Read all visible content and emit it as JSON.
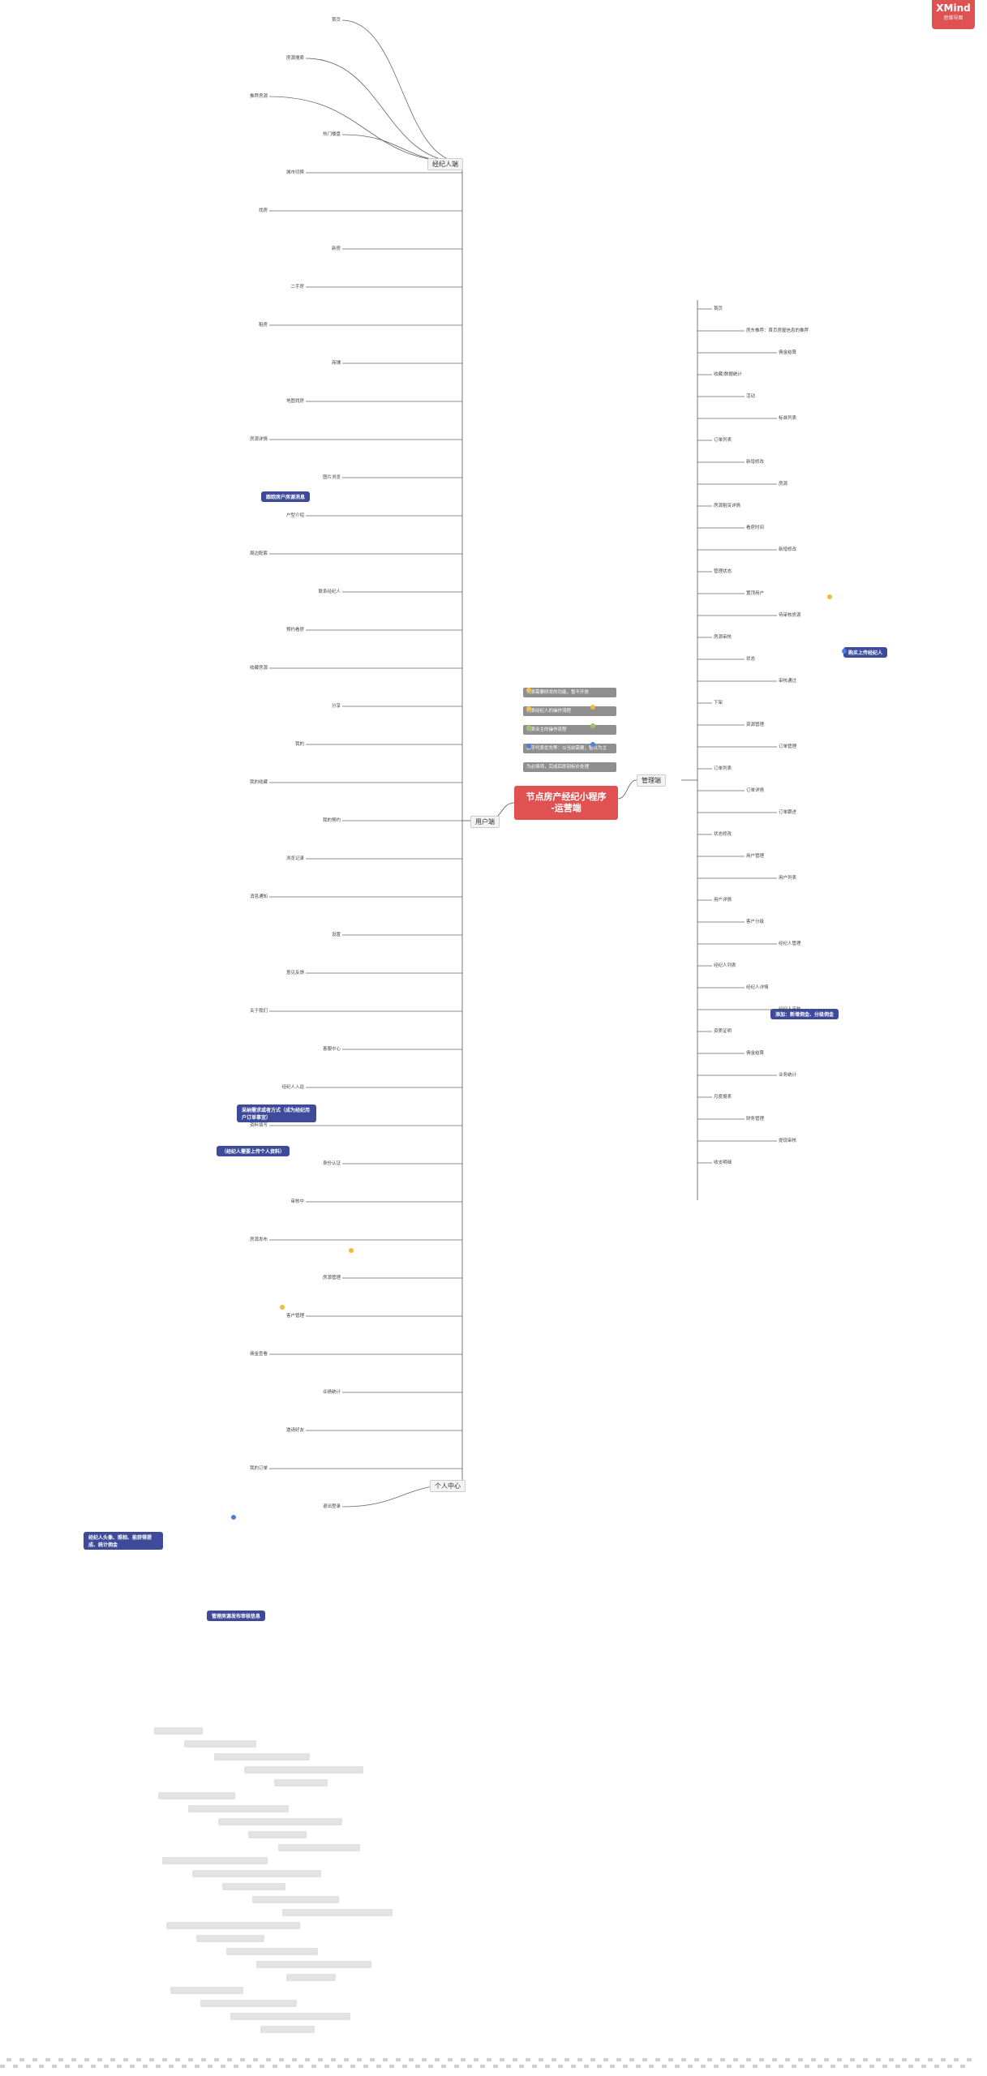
{
  "brand": {
    "logo_main": "XMind",
    "logo_sub": "思维导图"
  },
  "root": {
    "line1": "节点房产经纪小程序",
    "line2": "-运营端"
  },
  "branches": {
    "left": "用户端",
    "right": "管理端",
    "left_upper": "经纪人端",
    "left_mid": "用户端",
    "left_lower": "个人中心"
  },
  "legend": [
    "代表需要研发的功能，暂不开放",
    "代表经纪人的操作流程",
    "代表业主的操作流程",
    "数字代表优先等：以当前需要，暂以为主",
    "为必填项，完成后即刻标价处理"
  ],
  "tags": [
    "跟踪房户房源消息",
    "采纳需求或者方式（成为经纪用户订单事宜）",
    "（经纪人需要上传个人资料）",
    "经纪人头像、照相、能获得提成、统计佣金",
    "管理房源发布审核信息",
    "购买上传经纪人",
    "添加：新增佣金、分级佣金"
  ],
  "right_nodes": [
    "首页",
    "房东推荐：首页房屋信息的推荐",
    "佣金结算",
    "收藏/数据统计",
    "活动",
    "标准列表",
    "订单列表",
    "新增修改",
    "房源",
    "房源租赁详情",
    "看房时间",
    "新增修改",
    "管理状态",
    "置顶用户",
    "待审核房源",
    "房源审核",
    "状态",
    "审核通过",
    "下架",
    "资源管理",
    "订单管理",
    "订单列表",
    "订单详情",
    "订单跟进",
    "状态修改",
    "用户管理",
    "用户列表",
    "用户详情",
    "客户分级",
    "经纪人管理",
    "经纪人列表",
    "经纪人详情",
    "经纪人审核",
    "资质证明",
    "佣金结算",
    "业务统计",
    "月度报表",
    "财务管理",
    "提现审核",
    "收支明细"
  ],
  "left_nodes": [
    "首页",
    "房源搜索",
    "推荐房源",
    "热门楼盘",
    "城市切换",
    "找房",
    "新房",
    "二手房",
    "租房",
    "商铺",
    "地图找房",
    "房源详情",
    "图片浏览",
    "户型介绍",
    "周边配套",
    "联系经纪人",
    "预约看房",
    "收藏房源",
    "分享",
    "我的",
    "我的收藏",
    "我的预约",
    "浏览记录",
    "消息通知",
    "设置",
    "意见反馈",
    "关于我们",
    "客服中心",
    "经纪人入驻",
    "资料填写",
    "身份认证",
    "审核中",
    "房源发布",
    "房源管理",
    "客户管理",
    "佣金查看",
    "业绩统计",
    "邀请好友",
    "我的订单",
    "退出登录"
  ]
}
